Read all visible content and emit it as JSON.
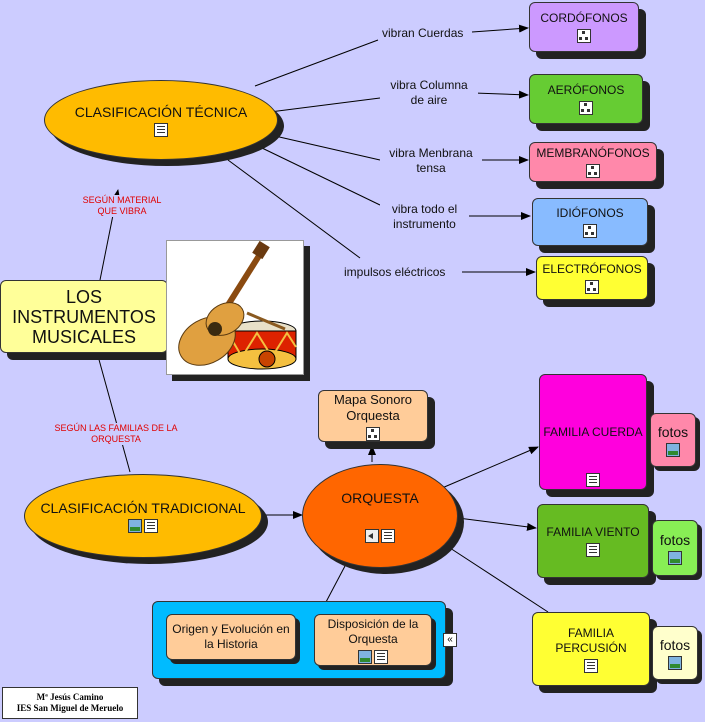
{
  "title_node": "LOS INSTRUMENTOS MUSICALES",
  "tecnica": {
    "label": "CLASIFICACIÓN TÉCNICA",
    "link_label": "SEGÚN MATERIAL QUE VIBRA"
  },
  "tradicional": {
    "label": "CLASIFICACIÓN TRADICIONAL",
    "link_label": "SEGÚN LAS FAMILIAS DE LA ORQUESTA"
  },
  "technical_branches": [
    {
      "link": "vibran Cuerdas",
      "node": "CORDÓFONOS",
      "color": "#cc99ff"
    },
    {
      "link": "vibra Columna de aire",
      "node": "AERÓFONOS",
      "color": "#66cc33"
    },
    {
      "link": "vibra Menbrana tensa",
      "node": "MEMBRANÓFONOS",
      "color": "#ff88aa"
    },
    {
      "link": "vibra todo el instrumento",
      "node": "IDIÓFONOS",
      "color": "#88bbff"
    },
    {
      "link": "impulsos eléctricos",
      "node": "ELECTRÓFONOS",
      "color": "#ffff33"
    }
  ],
  "orquesta": {
    "label": "ORQUESTA",
    "mapa": "Mapa Sonoro Orquesta",
    "origen": "Origen y Evolución en la Historia",
    "disposicion": "Disposición de la Orquesta",
    "families": [
      {
        "label": "FAMILIA CUERDA",
        "color": "#ff00dd",
        "fotos": "fotos",
        "fotos_color": "#ff88aa"
      },
      {
        "label": "FAMILIA VIENTO",
        "color": "#66bb22",
        "fotos": "fotos",
        "fotos_color": "#88ee55"
      },
      {
        "label": "FAMILIA PERCUSIÓN",
        "color": "#ffff33",
        "fotos": "fotos",
        "fotos_color": "#ffffcc"
      }
    ]
  },
  "credit": {
    "line1": "Mª Jesús Camino",
    "line2": "IES San Miguel de Meruelo"
  }
}
